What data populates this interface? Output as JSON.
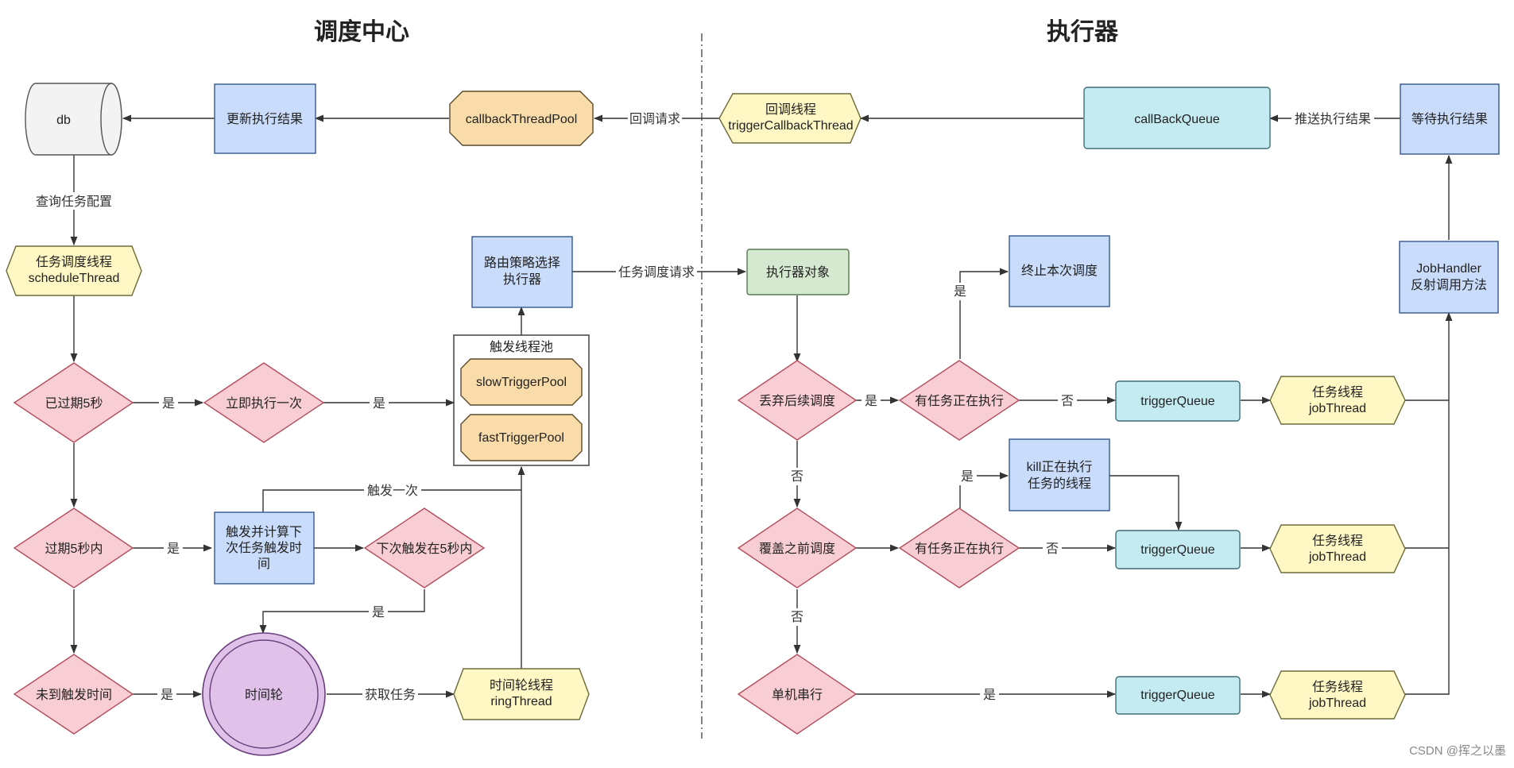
{
  "titles": {
    "left": "调度中心",
    "right": "执行器"
  },
  "colors": {
    "blue": "#c9dcfb",
    "blue_stroke": "#35578f",
    "pink": "#f8cdd3",
    "pink_stroke": "#b24e5c",
    "yellow": "#fff8c4",
    "yellow_stroke": "#6b6b3a",
    "orange": "#f9dca9",
    "orange_stroke": "#5b4a2b",
    "cyan": "#c4ebf1",
    "cyan_stroke": "#3f6f78",
    "green": "#d5e8d0",
    "green_stroke": "#557a4d",
    "purple": "#dfc1ea",
    "purple_stroke": "#6a3f7c",
    "gray": "#f3f3f3",
    "gray_stroke": "#555555",
    "line": "#333333"
  },
  "nodes": {
    "db": "db",
    "update_result": "更新执行结果",
    "callback_pool": "callbackThreadPool",
    "callback_thread": [
      "回调线程",
      "triggerCallbackThread"
    ],
    "callback_queue": "callBackQueue",
    "wait_result": "等待执行结果",
    "schedule_thread": [
      "任务调度线程",
      "scheduleThread"
    ],
    "route_select": [
      "路由策略选择",
      "执行器"
    ],
    "trigger_pool_group": "触发线程池",
    "slow_pool": "slowTriggerPool",
    "fast_pool": "fastTriggerPool",
    "expired_5s": "已过期5秒",
    "run_once": "立即执行一次",
    "within_5s": "过期5秒内",
    "trigger_calc": [
      "触发并计算下",
      "次任务触发时",
      "间"
    ],
    "next_in_5s": "下次触发在5秒内",
    "not_due": "未到触发时间",
    "time_wheel": "时间轮",
    "ring_thread": [
      "时间轮线程",
      "ringThread"
    ],
    "executor_obj": "执行器对象",
    "stop_schedule": "终止本次调度",
    "job_handler": [
      "JobHandler",
      "反射调用方法"
    ],
    "discard_later": "丢弃后续调度",
    "running_1": "有任务正在执行",
    "trigger_queue_1": "triggerQueue",
    "job_thread_1": [
      "任务线程",
      "jobThread"
    ],
    "kill_running": [
      "kill正在执行",
      "任务的线程"
    ],
    "cover_before": "覆盖之前调度",
    "running_2": "有任务正在执行",
    "trigger_queue_2": "triggerQueue",
    "job_thread_2": [
      "任务线程",
      "jobThread"
    ],
    "serial": "单机串行",
    "trigger_queue_3": "triggerQueue",
    "job_thread_3": [
      "任务线程",
      "jobThread"
    ]
  },
  "edge_labels": {
    "query_config": "查询任务配置",
    "callback_request": "回调请求",
    "push_result": "推送执行结果",
    "dispatch_request": "任务调度请求",
    "yes": "是",
    "no": "否",
    "trigger_once": "触发一次",
    "fetch_task": "获取任务"
  },
  "watermark": "CSDN @挥之以墨"
}
